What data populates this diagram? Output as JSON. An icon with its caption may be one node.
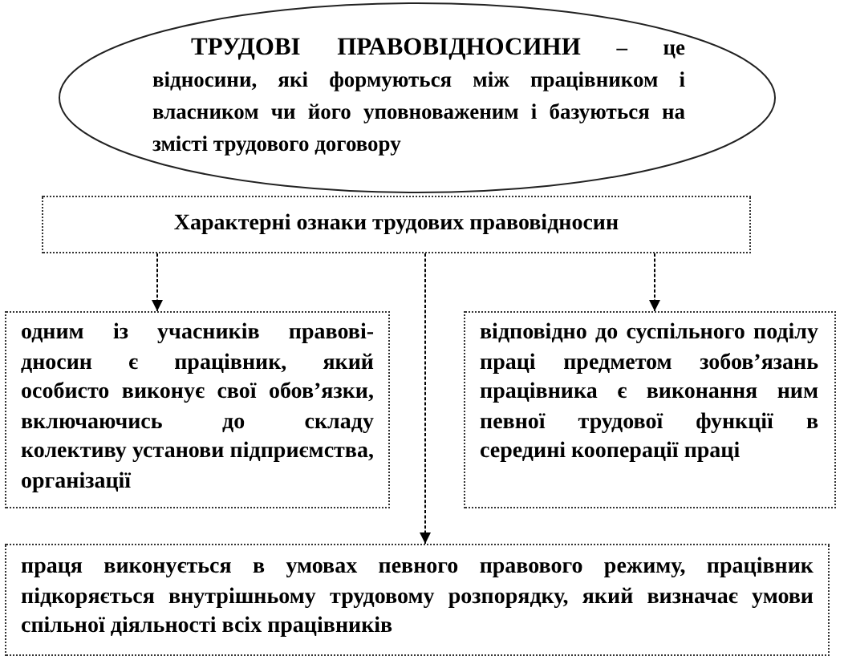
{
  "diagram": {
    "nodes": [
      {
        "text": [
          "**ТРУДОВІ ПРАВОВІДНОСИНИ** – це відносини, які формуються між працівником і власником чи його уповноваженим і базуються на змісті трудового договору"
        ]
      },
      {
        "text": [
          "Характерні ознаки трудових правовідносин"
        ]
      },
      {
        "text": [
          "одним із учасників правові-дносин є працівник, який особисто виконує свої обов’язки, включаючись до складу колективу установи підприємства, організації"
        ]
      },
      {
        "text": [
          "відповідно до суспільного поділу праці предметом зобов’язань працівника є виконання ним певної трудової функції в середині кооперації праці"
        ]
      },
      {
        "text": [
          "праця виконується в умовах певного правового режиму, працівник підкоряється внутрішньому трудовому розпорядку, який визначає умови спільної діяльності всіх працівників"
        ]
      }
    ],
    "edges": [
      {
        "from": 1,
        "to": 2,
        "arrow": "to",
        "style": "dashed"
      },
      {
        "from": 1,
        "to": 3,
        "arrow": "to",
        "style": "dashed"
      },
      {
        "from": 1,
        "to": 4,
        "arrow": "to",
        "style": "dashed"
      }
    ]
  }
}
